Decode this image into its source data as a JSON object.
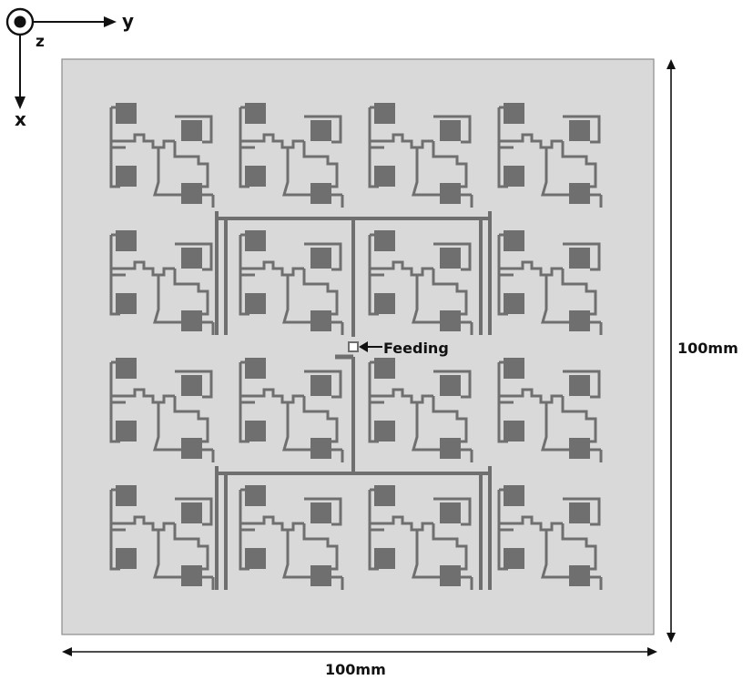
{
  "axes": {
    "y_label": "y",
    "z_label": "z",
    "x_label": "x"
  },
  "feed_label": "Feeding",
  "dimensions": {
    "height_label": "100mm",
    "width_label": "100mm"
  },
  "array": {
    "rows": 4,
    "cols": 4,
    "patches_per_element": 4
  },
  "colors": {
    "substrate": "#d9d9d9",
    "patch": "#6f6f6f",
    "feedline": "#6f6f6f",
    "ink": "#111111"
  }
}
